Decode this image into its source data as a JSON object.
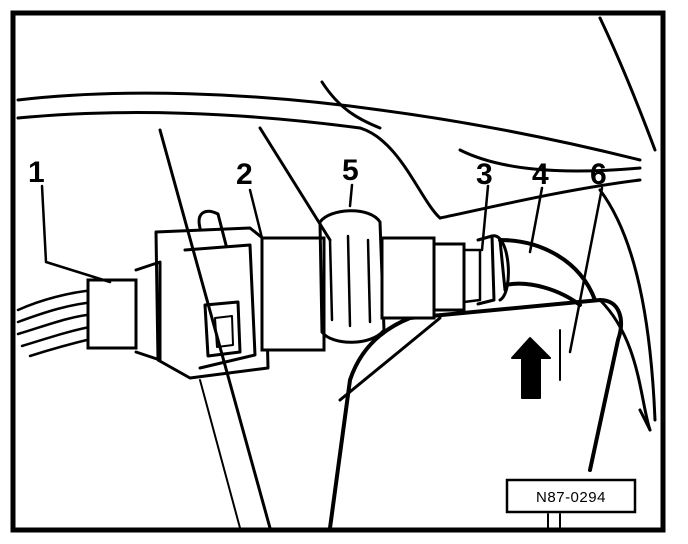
{
  "figure": {
    "callouts": [
      {
        "id": "1",
        "label": "1"
      },
      {
        "id": "2",
        "label": "2"
      },
      {
        "id": "3",
        "label": "3"
      },
      {
        "id": "4",
        "label": "4"
      },
      {
        "id": "5",
        "label": "5"
      },
      {
        "id": "6",
        "label": "6"
      }
    ],
    "reference_code": "N87-0294",
    "colors": {
      "ink": "#000000",
      "paper": "#ffffff"
    }
  }
}
